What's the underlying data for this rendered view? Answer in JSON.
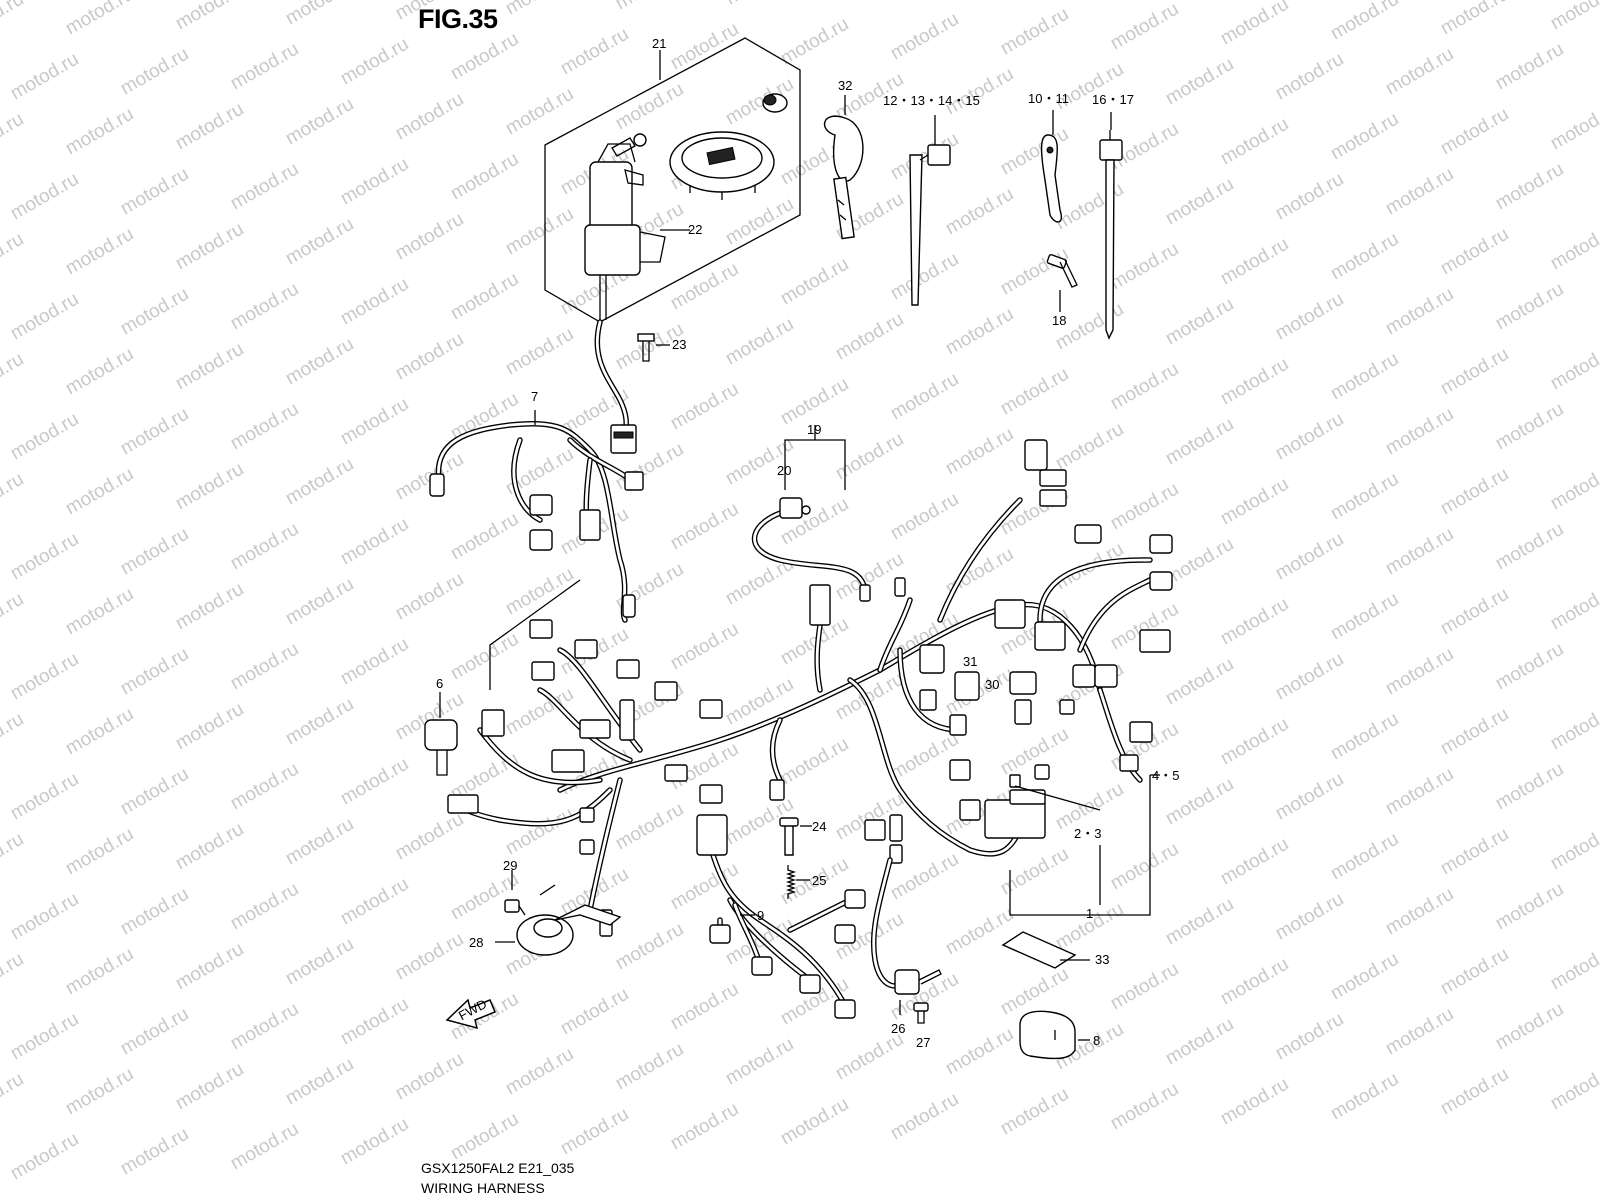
{
  "figure": {
    "title": "FIG.35",
    "model_code": "GSX1250FAL2 E21_035",
    "caption": "WIRING HARNESS",
    "watermark": "motod.ru",
    "fwd_mark": "FWD"
  },
  "callouts": [
    {
      "id": "c21",
      "label": "21"
    },
    {
      "id": "c22",
      "label": "22"
    },
    {
      "id": "c23",
      "label": "23"
    },
    {
      "id": "c32",
      "label": "32"
    },
    {
      "id": "c12",
      "label": "12・13・14・15"
    },
    {
      "id": "c10",
      "label": "10・11"
    },
    {
      "id": "c16",
      "label": "16・17"
    },
    {
      "id": "c18",
      "label": "18"
    },
    {
      "id": "c7",
      "label": "7"
    },
    {
      "id": "c19",
      "label": "19"
    },
    {
      "id": "c20",
      "label": "20"
    },
    {
      "id": "c6",
      "label": "6"
    },
    {
      "id": "c31",
      "label": "31"
    },
    {
      "id": "c30",
      "label": "30"
    },
    {
      "id": "c45",
      "label": "4・5"
    },
    {
      "id": "c23b",
      "label": "2・3"
    },
    {
      "id": "c1",
      "label": "1"
    },
    {
      "id": "c24",
      "label": "24"
    },
    {
      "id": "c25",
      "label": "25"
    },
    {
      "id": "c29",
      "label": "29"
    },
    {
      "id": "c28",
      "label": "28"
    },
    {
      "id": "c9",
      "label": "9"
    },
    {
      "id": "c33",
      "label": "33"
    },
    {
      "id": "c26",
      "label": "26"
    },
    {
      "id": "c27",
      "label": "27"
    },
    {
      "id": "c8",
      "label": "8"
    }
  ]
}
